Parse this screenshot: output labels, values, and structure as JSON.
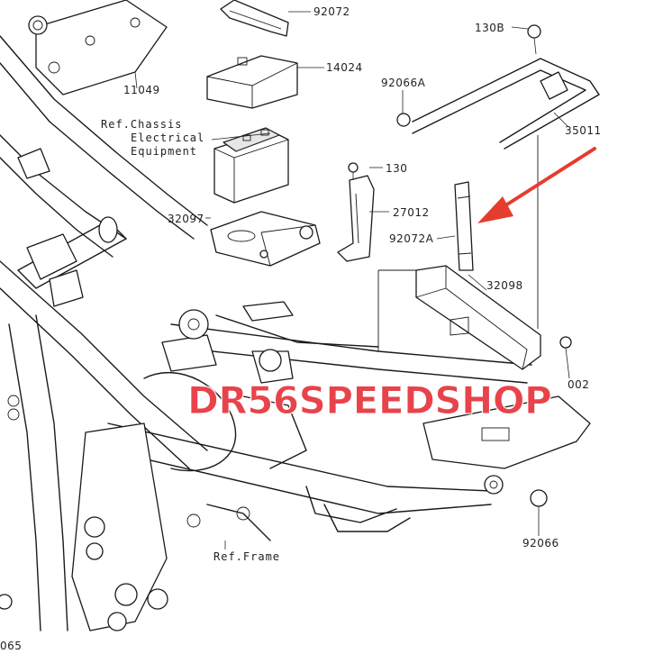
{
  "labels": {
    "p92072": "92072",
    "p14024": "14024",
    "p11049": "11049",
    "p130B": "130B",
    "p92066A": "92066A",
    "p35011": "35011",
    "p130": "130",
    "p27012": "27012",
    "p32097": "32097",
    "p92072A": "92072A",
    "p32098": "32098",
    "p002": "002",
    "p92066": "92066",
    "p065": "065"
  },
  "refs": {
    "chassis_line1": "Ref.Chassis",
    "chassis_line2": "Electrical",
    "chassis_line3": "Equipment",
    "frame": "Ref.Frame"
  },
  "watermark": "DR56SPEEDSHOP",
  "colors": {
    "watermark": "#e8434b",
    "arrow": "#e63c2e",
    "line": "#1a1a1a"
  }
}
